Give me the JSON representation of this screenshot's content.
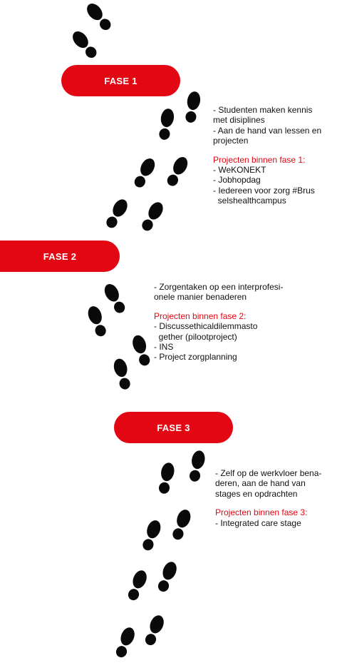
{
  "phases": [
    {
      "label": "FASE 1",
      "description": [
        "- Studenten maken kennis",
        "met disiplines",
        "- Aan de hand van lessen en",
        "projecten"
      ],
      "projects_heading": "Projecten binnen fase 1:",
      "projects": [
        "- WeKONEKT",
        "- Jobhopdag",
        "- Iedereen voor zorg #Brus",
        "  selshealthcampus"
      ]
    },
    {
      "label": "FASE 2",
      "description": [
        "- Zorgentaken op een interprofesi-",
        "onele manier benaderen"
      ],
      "projects_heading": "Projecten binnen fase 2:",
      "projects": [
        "- Discussethicaldilemmasto",
        "  gether (pilootproject)",
        "- INS",
        "- Project zorgplanning"
      ]
    },
    {
      "label": "FASE 3",
      "description": [
        "- Zelf op de werkvloer bena-",
        "deren, aan de hand van",
        "stages en opdrachten"
      ],
      "projects_heading": "Projecten binnen fase 3:",
      "projects": [
        "- Integrated care stage"
      ]
    }
  ],
  "colors": {
    "accent": "#e30613",
    "footprint": "#0a0a0a"
  },
  "icons": {
    "step": "footprint-icon"
  }
}
